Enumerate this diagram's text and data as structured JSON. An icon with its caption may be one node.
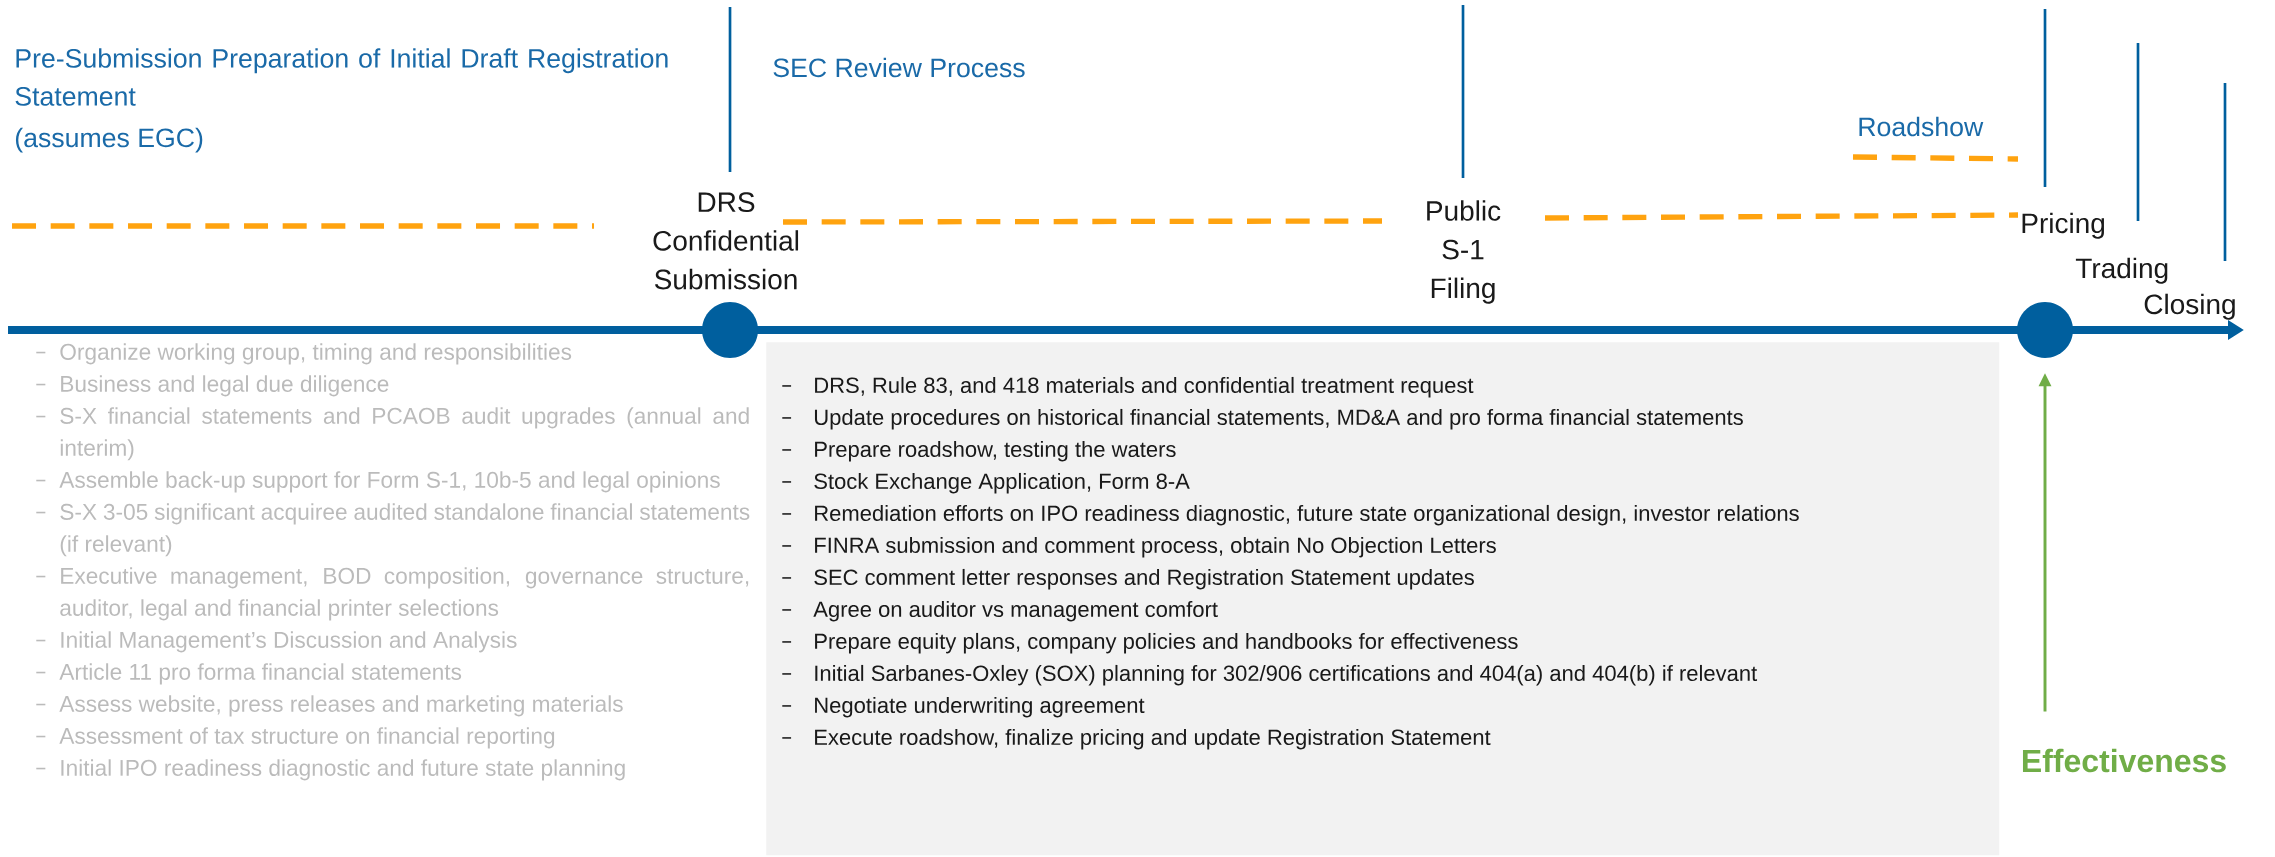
{
  "diagram": {
    "nodes": [
      {
        "text": [],
        "shape": "circle",
        "beside": [
          "DRS Confidential Submission"
        ]
      },
      {
        "text": [],
        "shape": "circle",
        "beside": [
          "Pricing"
        ]
      },
      {
        "text": [
          "DRS, Rule 83, and 418 materials and confidential treatment request",
          "Update procedures on historical financial statements, MD&A and pro forma financial statements",
          "Prepare roadshow, testing the waters",
          "Stock Exchange Application, Form 8-A",
          "Remediation efforts on IPO readiness diagnostic, future state organizational design, investor relations",
          "FINRA submission and comment process, obtain No Objection Letters",
          "SEC comment letter responses and Registration Statement updates",
          "Agree on auditor vs management comfort",
          "Prepare equity plans, company policies and handbooks for effectiveness",
          "Initial Sarbanes-Oxley (SOX) planning for 302/906 certifications and 404(a) and 404(b) if relevant",
          "Negotiate underwriting agreement",
          "Execute roadshow, finalize pricing and update Registration Statement"
        ]
      },
      {
        "text": [
          "Effectiveness"
        ]
      }
    ],
    "edges": [
      {
        "from": 3,
        "to": 1,
        "arrow": "to",
        "color": "#70ad47"
      }
    ],
    "labels": [
      "Pre-Submission Preparation of Initial Draft Registration Statement",
      "(assumes EGC)",
      "SEC Review Process",
      "Roadshow",
      "Public S-1 Filing",
      "Trading",
      "Closing",
      "Organize working group, timing and responsibilities",
      "Business and legal due diligence",
      "S-X financial statements and PCAOB audit upgrades (annual and interim)",
      "Assemble back-up support for Form S-1, 10b-5 and legal opinions",
      "S-X 3-05 significant acquiree audited standalone financial statements (if relevant)",
      "Executive management, BOD composition, governance structure, auditor, legal and financial printer selections",
      "Initial Management’s Discussion and Analysis",
      "Article 11 pro forma financial statements",
      "Assess website, press releases and marketing materials",
      "Assessment of tax structure on financial reporting",
      "Initial IPO readiness diagnostic and future state planning"
    ]
  }
}
